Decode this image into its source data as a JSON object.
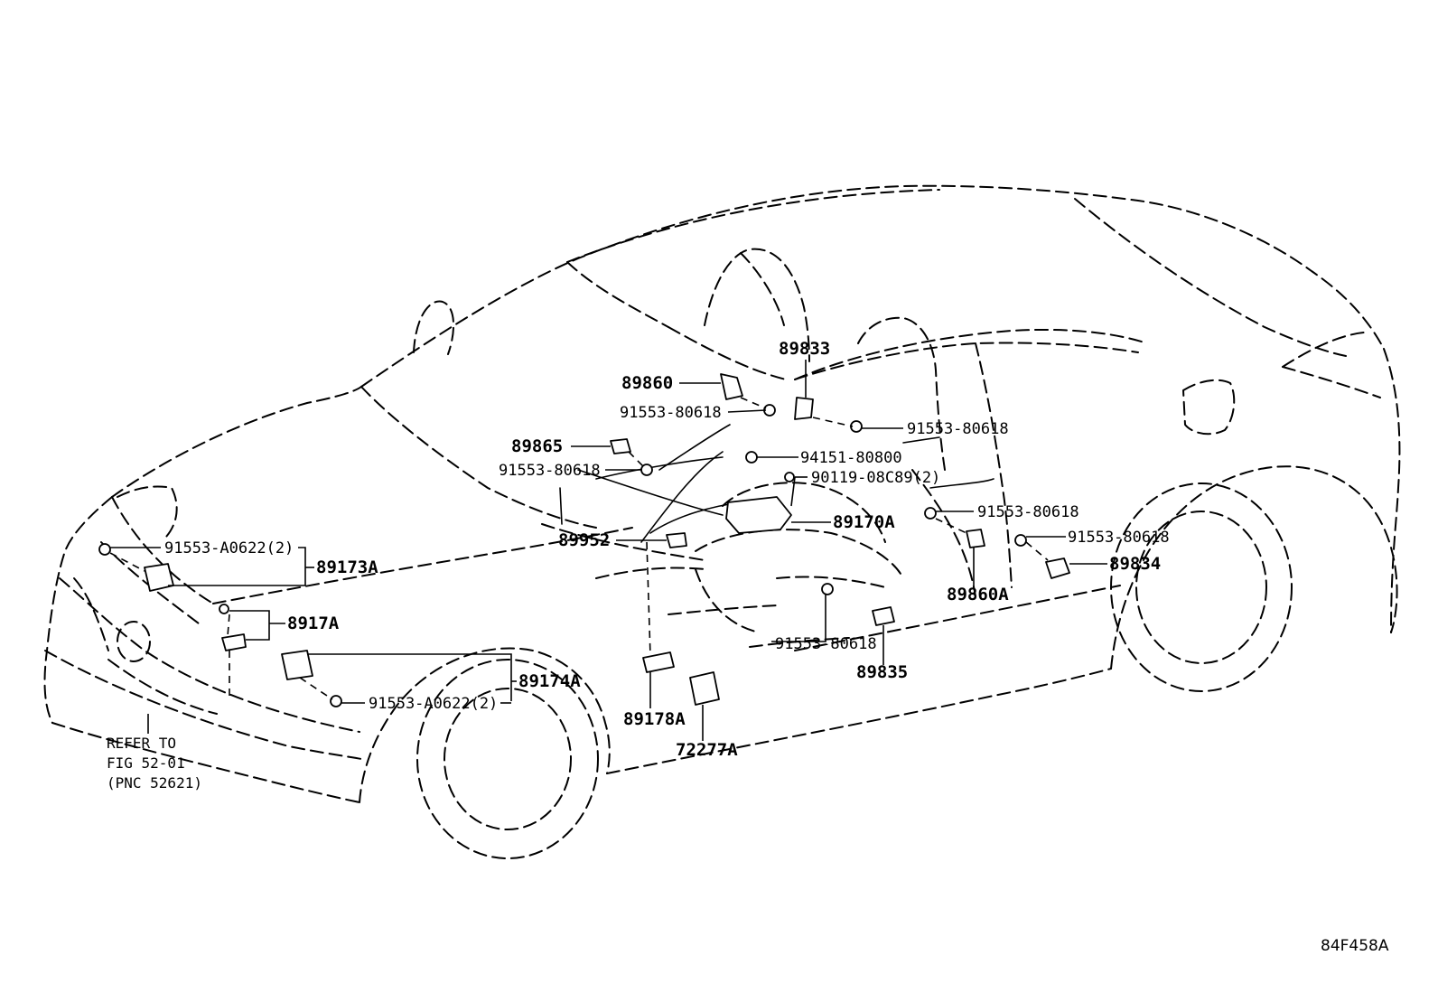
{
  "diagram_id": "84F458A",
  "reference_note": [
    "REFER TO",
    "FIG 52-01",
    "(PNC 52621)"
  ],
  "labels": {
    "p89833": "89833",
    "p89860": "89860",
    "p91553_80618_a": "91553-80618",
    "p91553_80618_b": "91553-80618",
    "p89865": "89865",
    "p94151_80800": "94151-80800",
    "p91553_80618_c": "91553-80618",
    "p90119_08c89": "90119-08C89(2)",
    "p91553_80618_d": "91553-80618",
    "p89170a": "89170A",
    "p89952": "89952",
    "p91553_80618_e": "91553-80618",
    "p91553_a0622_a": "91553-A0622(2)",
    "p89834": "89834",
    "p89173a": "89173A",
    "p89860a": "89860A",
    "p8917a": "8917A",
    "p91553_80618_f": "91553-80618",
    "p89174a": "89174A",
    "p89835": "89835",
    "p91553_a0622_b": "91553-A0622(2)",
    "p89178a": "89178A",
    "p72277a": "72277A"
  }
}
